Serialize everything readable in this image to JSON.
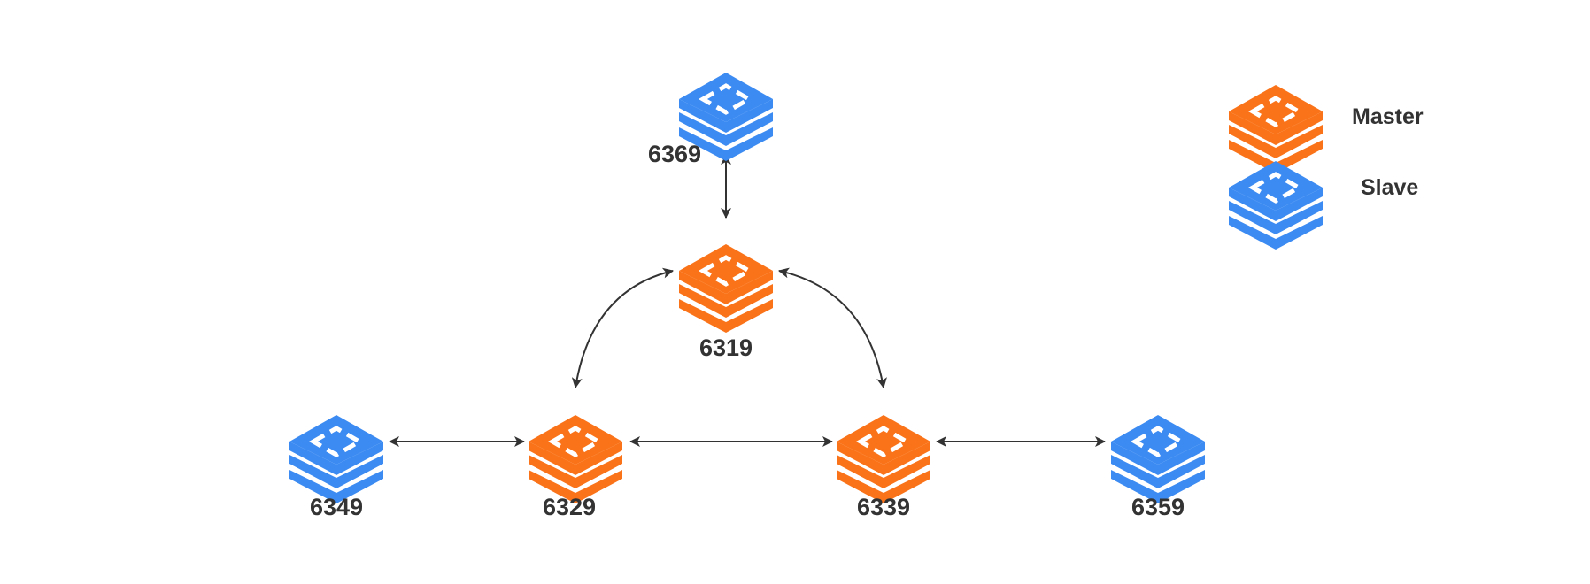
{
  "colors": {
    "master": "#FA7319",
    "slave": "#3C8BF2",
    "line": "#333333",
    "text": "#333333"
  },
  "nodes": [
    {
      "id": "6319",
      "label": "6319",
      "role": "master"
    },
    {
      "id": "6329",
      "label": "6329",
      "role": "master"
    },
    {
      "id": "6339",
      "label": "6339",
      "role": "master"
    },
    {
      "id": "6349",
      "label": "6349",
      "role": "slave"
    },
    {
      "id": "6359",
      "label": "6359",
      "role": "slave"
    },
    {
      "id": "6369",
      "label": "6369",
      "role": "slave"
    }
  ],
  "connections": [
    {
      "from": "6369",
      "to": "6319",
      "bidirectional": true
    },
    {
      "from": "6319",
      "to": "6329",
      "bidirectional": true
    },
    {
      "from": "6319",
      "to": "6339",
      "bidirectional": true
    },
    {
      "from": "6349",
      "to": "6329",
      "bidirectional": true
    },
    {
      "from": "6329",
      "to": "6339",
      "bidirectional": true
    },
    {
      "from": "6339",
      "to": "6359",
      "bidirectional": true
    }
  ],
  "legend": {
    "master_label": "Master",
    "slave_label": "Slave"
  }
}
